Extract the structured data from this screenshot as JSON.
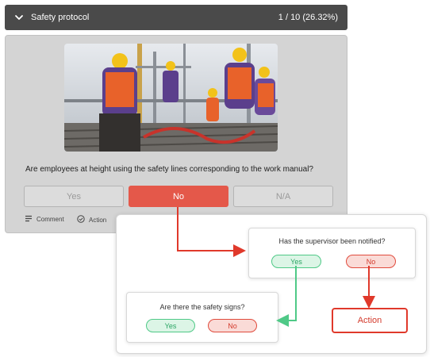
{
  "section": {
    "title": "Safety protocol",
    "progress": "1 / 10 (26.32%)",
    "icon": "chevron-down-icon"
  },
  "question": {
    "text": "Are employees at height using the safety lines corresponding to the work manual?",
    "answers": {
      "yes": "Yes",
      "no": "No",
      "na": "N/A"
    },
    "selected": "No",
    "footer": {
      "comment": "Comment",
      "action": "Action"
    }
  },
  "flow": {
    "supervisor": {
      "question": "Has the supervisor been notified?",
      "yes": "Yes",
      "no": "No"
    },
    "signs": {
      "question": "Are there the safety signs?",
      "yes": "Yes",
      "no": "No"
    },
    "action": "Action"
  },
  "colors": {
    "header_bg": "#4a4a4a",
    "card_bg": "#d4d4d4",
    "no_red": "#e4584a",
    "flow_red": "#e0392b",
    "flow_green": "#4fc987"
  }
}
